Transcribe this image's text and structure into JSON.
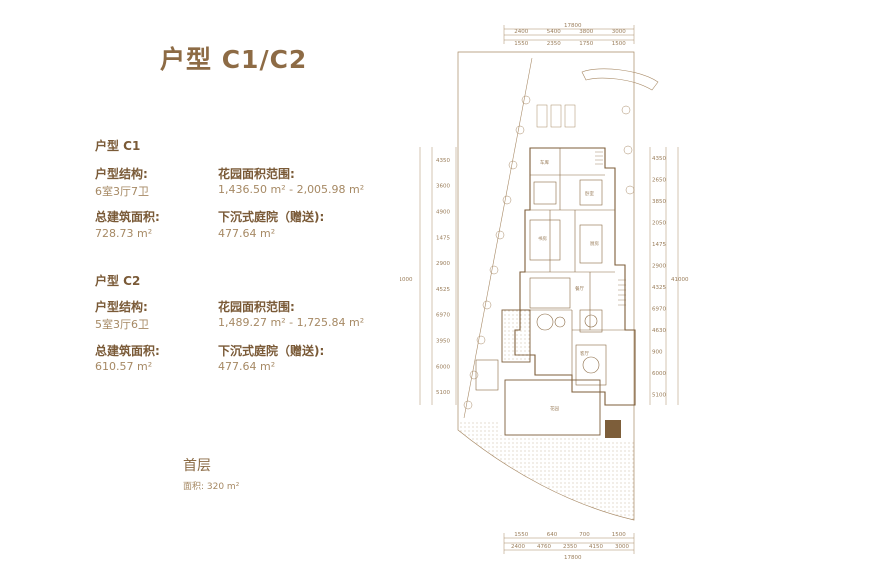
{
  "title": "户型 C1/C2",
  "c1": {
    "heading": "户型 C1",
    "structure_label": "户型结构:",
    "structure_value": "6室3厅7卫",
    "garden_label": "花园面积范围:",
    "garden_value": "1,436.50 m² - 2,005.98 m²",
    "gfa_label": "总建筑面积:",
    "gfa_value": "728.73 m²",
    "courtyard_label": "下沉式庭院（赠送):",
    "courtyard_value": "477.64 m²"
  },
  "c2": {
    "heading": "户型 C2",
    "structure_label": "户型结构:",
    "structure_value": "5室3厅6卫",
    "garden_label": "花园面积范围:",
    "garden_value": "1,489.27 m² - 1,725.84 m²",
    "gfa_label": "总建筑面积:",
    "gfa_value": "610.57 m²",
    "courtyard_label": "下沉式庭院（赠送):",
    "courtyard_value": "477.64 m²"
  },
  "floor": {
    "name": "首层",
    "area": "面积: 320 m²"
  },
  "plan": {
    "top_total": "17800",
    "top_dims": [
      "2400",
      "5400",
      "3800",
      "3000"
    ],
    "top_sub_dims": [
      "1550",
      "2350",
      "1750",
      "1500"
    ],
    "bottom_total": "17800",
    "bottom_dims": [
      "2400",
      "4760",
      "2350",
      "4150",
      "3000"
    ],
    "bottom_sub_dims": [
      "1550",
      "640",
      "700",
      "1500"
    ],
    "left_total": "41000",
    "left_dims": [
      "4350",
      "3600",
      "4900",
      "1475",
      "2900",
      "4525",
      "6970",
      "3950",
      "6000",
      "5100"
    ],
    "right_total": "41000",
    "right_dims": [
      "4350",
      "2650",
      "3850",
      "2050",
      "1475",
      "2900",
      "4325",
      "6970",
      "4630",
      "900",
      "6000",
      "5100"
    ],
    "room_labels": [
      "车库",
      "餐厅",
      "厨房",
      "客厅",
      "书房",
      "卧室",
      "花园"
    ]
  }
}
